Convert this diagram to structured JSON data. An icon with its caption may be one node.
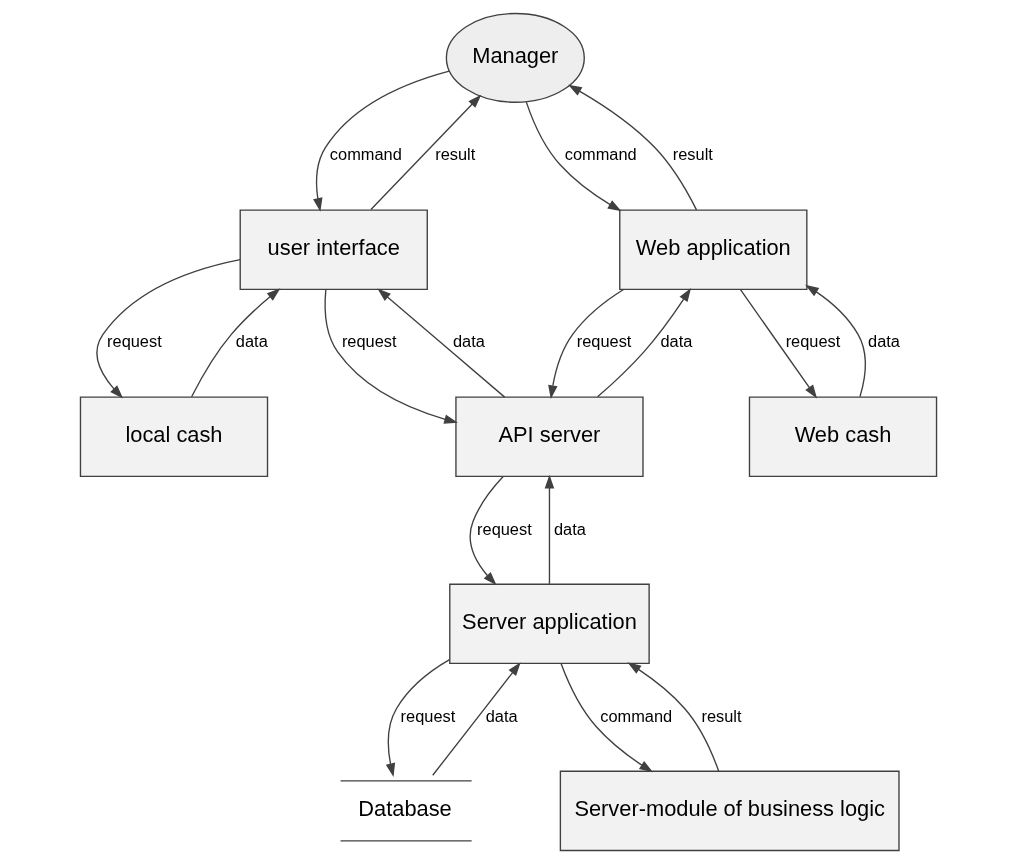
{
  "diagram": {
    "nodes": [
      {
        "text": [
          "Manager"
        ]
      },
      {
        "text": [
          "user interface"
        ]
      },
      {
        "text": [
          "Web application"
        ]
      },
      {
        "text": [
          "local cash"
        ]
      },
      {
        "text": [
          "API server"
        ]
      },
      {
        "text": [
          "Web cash"
        ]
      },
      {
        "text": [
          "Server application"
        ]
      },
      {
        "text": [
          "Database"
        ]
      },
      {
        "text": [
          "Server-module of business logic"
        ]
      }
    ],
    "edges": [
      {
        "from": 1,
        "to": 0,
        "arrow": "to",
        "label": "result"
      },
      {
        "from": 2,
        "to": 0,
        "arrow": "to",
        "label": "result"
      },
      {
        "from": 0,
        "to": 1,
        "arrow": "to",
        "label": "command"
      },
      {
        "from": 0,
        "to": 2,
        "arrow": "to",
        "label": "command"
      },
      {
        "from": 1,
        "to": 4,
        "arrow": "to",
        "label": "request"
      },
      {
        "from": 2,
        "to": 4,
        "arrow": "to",
        "label": "request"
      },
      {
        "from": 1,
        "to": 3,
        "arrow": "to",
        "label": "request"
      },
      {
        "from": 3,
        "to": 1,
        "arrow": "to",
        "label": "data"
      },
      {
        "from": 4,
        "to": 1,
        "arrow": "to",
        "label": "data"
      },
      {
        "from": 4,
        "to": 2,
        "arrow": "to",
        "label": "data"
      },
      {
        "from": 2,
        "to": 5,
        "arrow": "to",
        "label": "request"
      },
      {
        "from": 5,
        "to": 2,
        "arrow": "to",
        "label": "data"
      },
      {
        "from": 6,
        "to": 4,
        "arrow": "to",
        "label": "data"
      },
      {
        "from": 4,
        "to": 6,
        "arrow": "to",
        "label": "request"
      },
      {
        "from": 7,
        "to": 6,
        "arrow": "to",
        "label": "data"
      },
      {
        "from": 6,
        "to": 7,
        "arrow": "to",
        "label": "request"
      },
      {
        "from": 6,
        "to": 8,
        "arrow": "to",
        "label": "command"
      },
      {
        "from": 8,
        "to": 6,
        "arrow": "to",
        "label": "result"
      }
    ]
  }
}
